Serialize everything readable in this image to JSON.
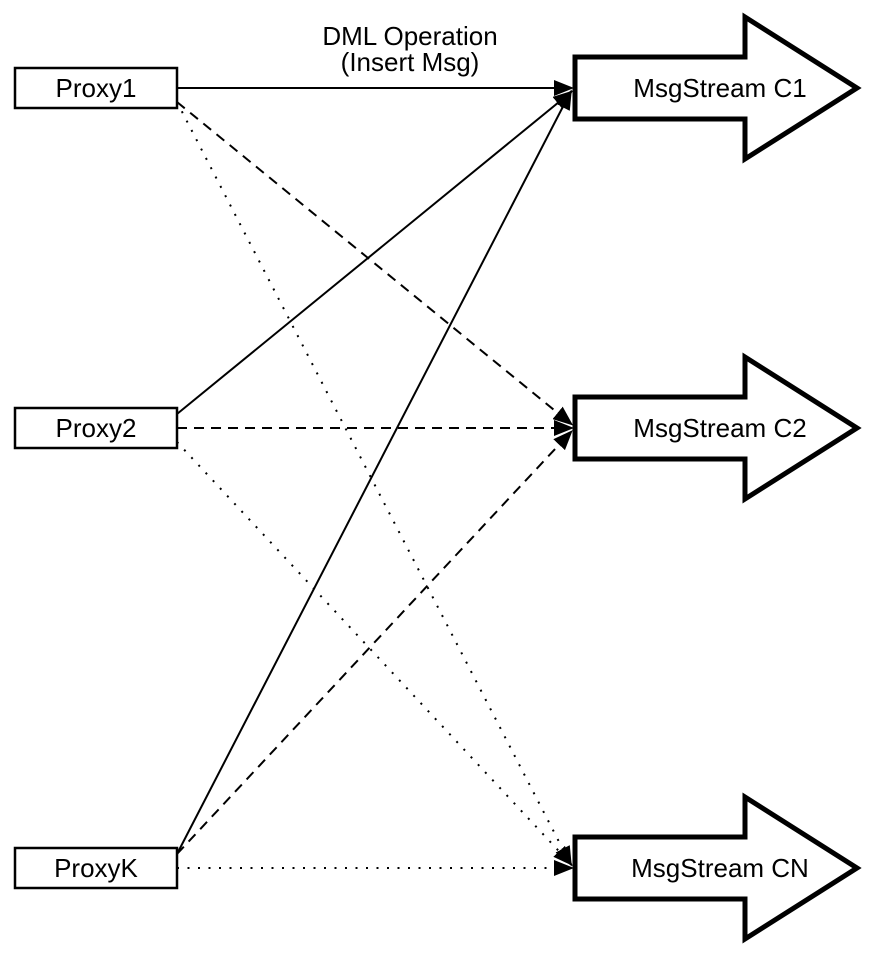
{
  "diagram": {
    "title_line1": "DML Operation",
    "title_line2": "(Insert Msg)",
    "colors": {
      "stroke": "#000000",
      "fill": "#ffffff",
      "background": "#ffffff"
    },
    "proxies": [
      {
        "label": "Proxy1"
      },
      {
        "label": "Proxy2"
      },
      {
        "label": "ProxyK"
      }
    ],
    "streams": [
      {
        "label": "MsgStream C1"
      },
      {
        "label": "MsgStream C2"
      },
      {
        "label": "MsgStream CN"
      }
    ],
    "edges": [
      {
        "from": "Proxy1",
        "to": "MsgStream C1",
        "style": "solid",
        "from_index": 0,
        "to_index": 0,
        "label": "DML Operation (Insert Msg)"
      },
      {
        "from": "Proxy1",
        "to": "MsgStream C2",
        "style": "dashed",
        "from_index": 0,
        "to_index": 1
      },
      {
        "from": "Proxy1",
        "to": "MsgStream CN",
        "style": "dotted",
        "from_index": 0,
        "to_index": 2
      },
      {
        "from": "Proxy2",
        "to": "MsgStream C1",
        "style": "solid",
        "from_index": 1,
        "to_index": 0
      },
      {
        "from": "Proxy2",
        "to": "MsgStream C2",
        "style": "dashed",
        "from_index": 1,
        "to_index": 1
      },
      {
        "from": "Proxy2",
        "to": "MsgStream CN",
        "style": "dotted",
        "from_index": 1,
        "to_index": 2
      },
      {
        "from": "ProxyK",
        "to": "MsgStream C1",
        "style": "solid",
        "from_index": 2,
        "to_index": 0
      },
      {
        "from": "ProxyK",
        "to": "MsgStream C2",
        "style": "dashed",
        "from_index": 2,
        "to_index": 1
      },
      {
        "from": "ProxyK",
        "to": "MsgStream CN",
        "style": "dotted",
        "from_index": 2,
        "to_index": 2
      }
    ]
  }
}
